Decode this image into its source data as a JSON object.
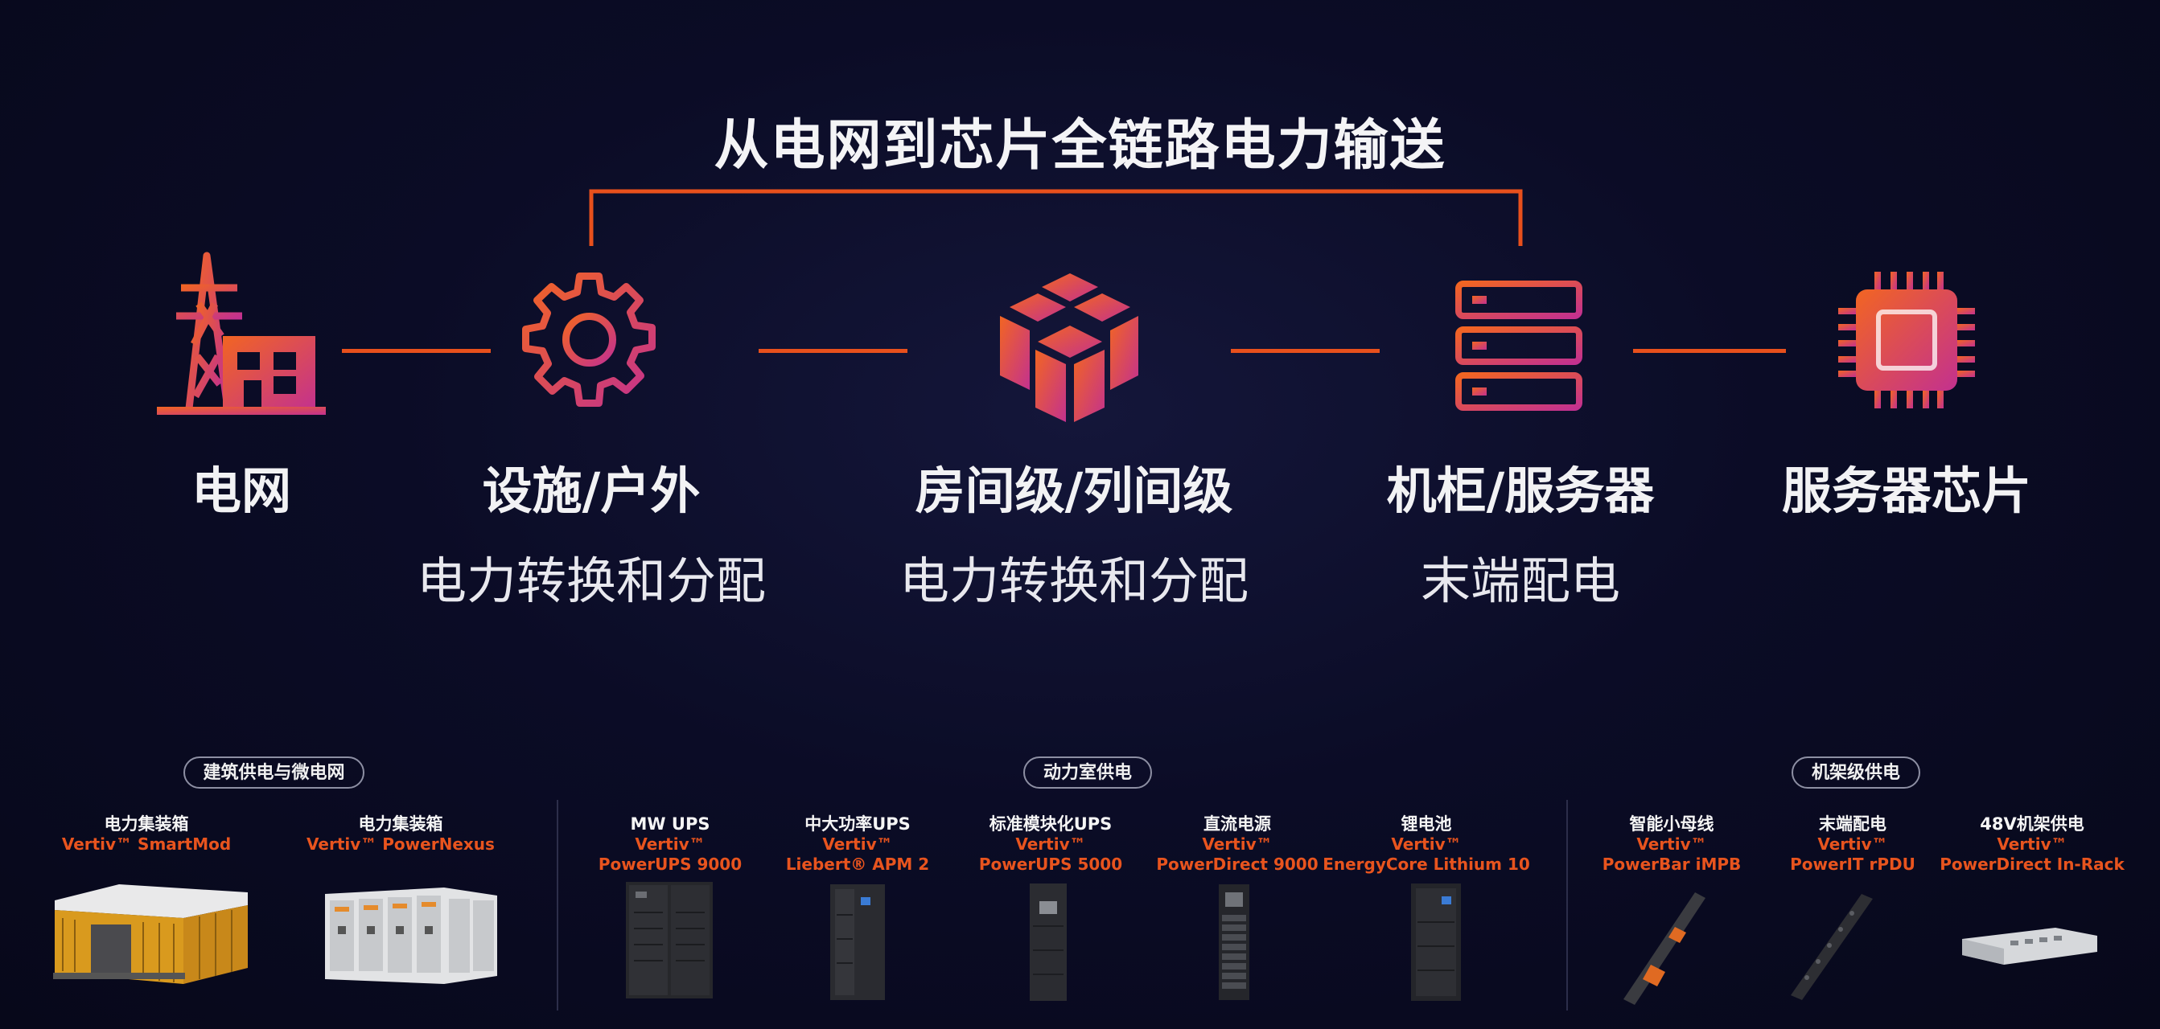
{
  "title": "从电网到芯片全链路电力输送",
  "colors": {
    "accent": "#e8501c",
    "gradient_start": "#f26522",
    "gradient_end": "#c3318f"
  },
  "stages": [
    {
      "name": "电网",
      "sub": "",
      "icon": "power-grid-icon"
    },
    {
      "name": "设施/户外",
      "sub": "电力转换和分配",
      "icon": "gear-icon"
    },
    {
      "name": "房间级/列间级",
      "sub": "电力转换和分配",
      "icon": "cubes-icon"
    },
    {
      "name": "机柜/服务器",
      "sub": "末端配电",
      "icon": "server-rack-icon"
    },
    {
      "name": "服务器芯片",
      "sub": "",
      "icon": "chip-icon"
    }
  ],
  "categories": [
    "建筑供电与微电网",
    "动力室供电",
    "机架级供电"
  ],
  "products": [
    {
      "name": "电力集装箱",
      "brand": "Vertiv™ SmartMod",
      "model": "",
      "image": "container-image"
    },
    {
      "name": "电力集装箱",
      "brand": "Vertiv™ PowerNexus",
      "model": "",
      "image": "switchgear-image"
    },
    {
      "name": "MW UPS",
      "brand": "Vertiv™",
      "model": "PowerUPS 9000",
      "image": "ups-cabinet-image"
    },
    {
      "name": "中大功率UPS",
      "brand": "Vertiv™",
      "model": "Liebert® APM 2",
      "image": "ups-tower-image"
    },
    {
      "name": "标准模块化UPS",
      "brand": "Vertiv™",
      "model": "PowerUPS 5000",
      "image": "modular-ups-image"
    },
    {
      "name": "直流电源",
      "brand": "Vertiv™",
      "model": "PowerDirect 9000",
      "image": "dc-power-image"
    },
    {
      "name": "锂电池",
      "brand": "Vertiv™",
      "model": "EnergyCore  Lithium 10",
      "image": "battery-cabinet-image"
    },
    {
      "name": "智能小母线",
      "brand": "Vertiv™",
      "model": "PowerBar iMPB",
      "image": "busway-image"
    },
    {
      "name": "末端配电",
      "brand": "Vertiv™",
      "model": "PowerIT rPDU",
      "image": "rpdu-image"
    },
    {
      "name": "48V机架供电",
      "brand": "Vertiv™",
      "model": "PowerDirect In-Rack",
      "image": "rack-power-shelf-image"
    }
  ]
}
